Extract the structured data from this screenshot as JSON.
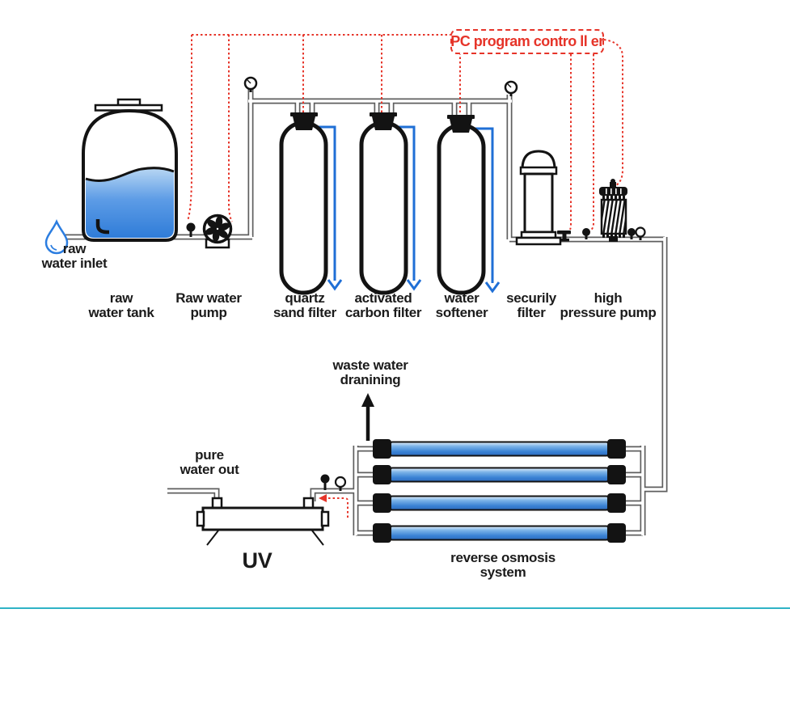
{
  "controller": {
    "label": "PC program contro ll er"
  },
  "labels": {
    "raw_water_inlet": "raw\nwater  inlet",
    "raw_water_tank": "raw\nwater tank",
    "raw_water_pump": "Raw water\npump",
    "quartz_sand_filter": "quartz\nsand filter",
    "activated_carbon_filter": "activated\ncarbon filter",
    "water_softener": "water\nsoftener",
    "security_filter": "securily\nfilter",
    "high_pressure_pump": "high\npressure pump",
    "waste_water_draining": "waste water\ndranining",
    "pure_water_out": "pure\nwater out",
    "uv": "UV",
    "reverse_osmosis_system": "reverse osmosis\nsystem"
  },
  "icons": {
    "droplet": "water-drop-icon",
    "gauges": "pressure-gauge-icon",
    "valves": "valve-icon",
    "fan": "pump-fan-icon",
    "arrow_up": "waste-arrow-up-icon",
    "arrow_down_blue": "drain-arrow-icon"
  },
  "colors": {
    "control_line_red": "#e63429",
    "pipe_gray": "#5f5f5f",
    "outline_black": "#131313",
    "tank_water_blue": "#3a86dd",
    "drain_pipe_blue": "#1f6fd6",
    "ro_tube_blue": "#3a82d4",
    "bottom_rule_teal": "#2fb3c6"
  }
}
